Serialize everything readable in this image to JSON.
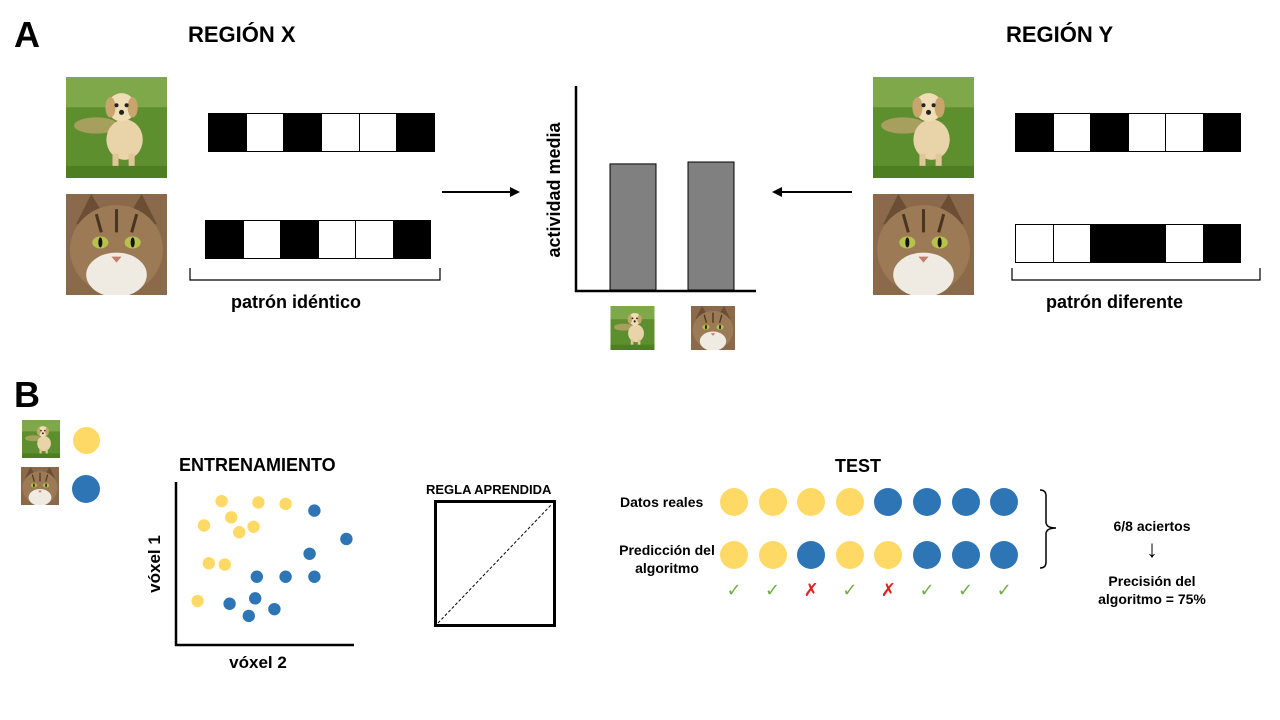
{
  "colors": {
    "yellow": "#FFD966",
    "blue": "#2E75B6",
    "gray": "#808080",
    "check": "#70AD47",
    "cross": "#E02020"
  },
  "panel_a": {
    "letter": "A",
    "region_x": {
      "title": "REGIÓN X",
      "caption": "patrón idéntico",
      "dog_pattern": [
        1,
        0,
        1,
        0,
        0,
        1
      ],
      "cat_pattern": [
        1,
        0,
        1,
        0,
        0,
        1
      ]
    },
    "region_y": {
      "title": "REGIÓN Y",
      "caption": "patrón diferente",
      "dog_pattern": [
        1,
        0,
        1,
        0,
        0,
        1
      ],
      "cat_pattern": [
        0,
        0,
        1,
        1,
        0,
        1
      ]
    },
    "bar_chart": {
      "ylabel": "actividad media",
      "bars": [
        {
          "category": "perro",
          "value": 0.985
        },
        {
          "category": "gato",
          "value": 1.0
        }
      ]
    }
  },
  "panel_b": {
    "letter": "B",
    "legend": [
      {
        "animal": "dog-image",
        "color_key": "yellow"
      },
      {
        "animal": "cat-image",
        "color_key": "blue"
      }
    ],
    "training": {
      "title": "ENTRENAMIENTO",
      "xlabel": "vóxel 2",
      "ylabel": "vóxel 1",
      "yellow_points": [
        [
          2.1,
          9.1
        ],
        [
          4.4,
          9.0
        ],
        [
          6.1,
          8.9
        ],
        [
          2.7,
          7.9
        ],
        [
          1.0,
          7.3
        ],
        [
          4.1,
          7.2
        ],
        [
          3.2,
          6.8
        ],
        [
          1.3,
          4.5
        ],
        [
          2.3,
          4.4
        ],
        [
          0.6,
          1.7
        ]
      ],
      "blue_points": [
        [
          7.9,
          8.4
        ],
        [
          9.9,
          6.3
        ],
        [
          7.6,
          5.2
        ],
        [
          4.3,
          3.5
        ],
        [
          6.1,
          3.5
        ],
        [
          7.9,
          3.5
        ],
        [
          4.2,
          1.9
        ],
        [
          2.6,
          1.5
        ],
        [
          5.4,
          1.1
        ],
        [
          3.8,
          0.6
        ]
      ]
    },
    "rule": {
      "title": "REGLA APRENDIDA"
    },
    "test": {
      "title": "TEST",
      "real_label": "Datos reales",
      "pred_label_line1": "Predicción del",
      "pred_label_line2": "algoritmo",
      "real": [
        "yellow",
        "yellow",
        "yellow",
        "yellow",
        "blue",
        "blue",
        "blue",
        "blue"
      ],
      "predicted": [
        "yellow",
        "yellow",
        "blue",
        "yellow",
        "yellow",
        "blue",
        "blue",
        "blue"
      ],
      "marks": [
        "✓",
        "✓",
        "✗",
        "✓",
        "✗",
        "✓",
        "✓",
        "✓"
      ]
    },
    "result": {
      "hits": "6/8 aciertos",
      "arrow": "↓",
      "accuracy_line1": "Precisión del",
      "accuracy_line2": "algoritmo = 75%"
    }
  }
}
